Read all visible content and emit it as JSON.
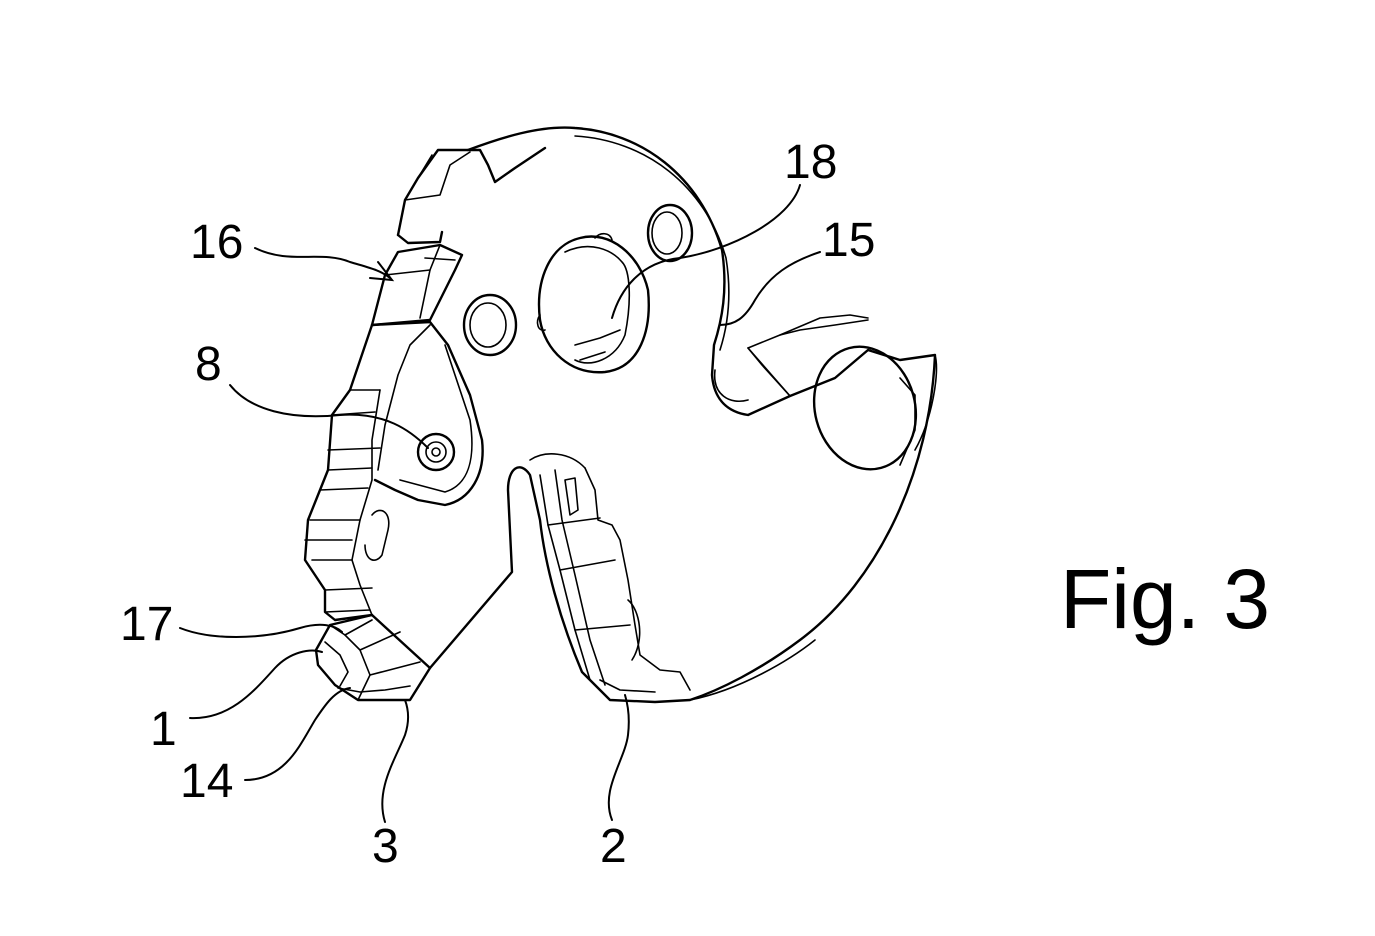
{
  "figure": {
    "caption": "Fig. 3"
  },
  "labels": {
    "l16": "16",
    "l18": "18",
    "l15": "15",
    "l8": "8",
    "l17": "17",
    "l1": "1",
    "l14": "14",
    "l3": "3",
    "l2": "2"
  }
}
